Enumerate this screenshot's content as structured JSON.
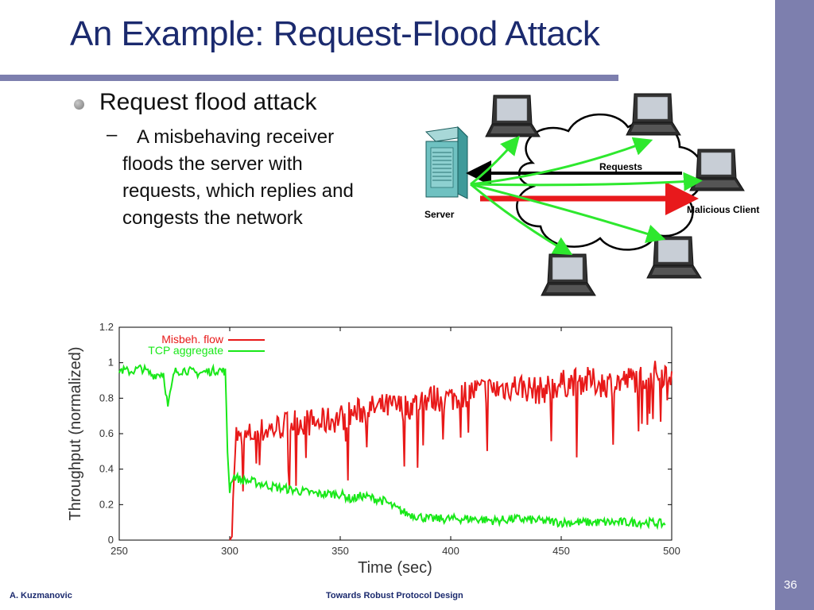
{
  "slide": {
    "title": "An Example: Request-Flood Attack",
    "bullet": "Request flood attack",
    "sub_dash": "–",
    "sub_lines": [
      "A misbehaving receiver",
      "floods the server with",
      "requests, which replies and",
      "congests the network"
    ],
    "footer_left": "A. Kuzmanovic",
    "footer_center": "Towards Robust Protocol Design",
    "page_number": "36"
  },
  "diagram": {
    "server_label": "Server",
    "requests_label": "Requests",
    "malicious_label": "Malicious Client",
    "icons": [
      "server-icon",
      "laptop-icon",
      "cloud-icon"
    ],
    "colors": {
      "request_arrow": "#000000",
      "flood_arrow": "#e8191c",
      "reply_arrows": "#2ee82e"
    }
  },
  "chart_data": {
    "type": "line",
    "xlabel": "Time (sec)",
    "ylabel": "Throughput (normalized)",
    "xlim": [
      250,
      500
    ],
    "ylim": [
      0,
      1.2
    ],
    "xticks": [
      "250",
      "300",
      "350",
      "400",
      "450",
      "500"
    ],
    "yticks": [
      "0",
      "0.2",
      "0.4",
      "0.6",
      "0.8",
      "1",
      "1.2"
    ],
    "legend_position": "top-left",
    "grid": false,
    "series": [
      {
        "name": "Misbeh. flow",
        "color": "#e81919",
        "x": [
          300,
          301,
          302,
          303,
          305,
          310,
          320,
          330,
          340,
          350,
          360,
          370,
          380,
          390,
          400,
          410,
          420,
          430,
          440,
          450,
          460,
          470,
          480,
          490,
          500
        ],
        "y": [
          0,
          0.02,
          0.45,
          0.6,
          0.55,
          0.6,
          0.63,
          0.67,
          0.66,
          0.69,
          0.73,
          0.75,
          0.75,
          0.8,
          0.8,
          0.84,
          0.85,
          0.87,
          0.84,
          0.88,
          0.9,
          0.88,
          0.9,
          0.93,
          0.95
        ]
      },
      {
        "name": "TCP aggregate",
        "color": "#19e819",
        "x": [
          250,
          255,
          260,
          265,
          270,
          272,
          275,
          280,
          285,
          290,
          295,
          298,
          299,
          300,
          301,
          302,
          305,
          310,
          320,
          330,
          340,
          350,
          355,
          360,
          370,
          375,
          380,
          390,
          400,
          410,
          420,
          430,
          440,
          450,
          460,
          470,
          480,
          490,
          497
        ],
        "y": [
          0.96,
          0.95,
          0.97,
          0.93,
          0.94,
          0.75,
          0.95,
          0.96,
          0.94,
          0.95,
          0.96,
          0.95,
          0.5,
          0.28,
          0.35,
          0.36,
          0.34,
          0.33,
          0.3,
          0.28,
          0.26,
          0.26,
          0.23,
          0.25,
          0.22,
          0.18,
          0.15,
          0.12,
          0.12,
          0.12,
          0.11,
          0.12,
          0.11,
          0.1,
          0.1,
          0.1,
          0.1,
          0.1,
          0.09
        ]
      }
    ]
  }
}
